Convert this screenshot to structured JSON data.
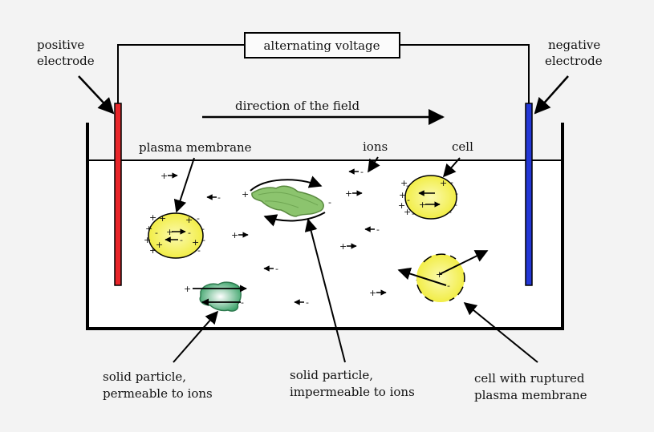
{
  "labels": {
    "positive_electrode": [
      "positive",
      "electrode"
    ],
    "negative_electrode": [
      "negative",
      "electrode"
    ],
    "voltage": "alternating voltage",
    "field_direction": "direction of the field",
    "plasma_membrane": "plasma membrane",
    "ions": "ions",
    "cell": "cell",
    "solid_permeable": [
      "solid particle,",
      "permeable to ions"
    ],
    "solid_impermeable": [
      "solid particle,",
      "impermeable to ions"
    ],
    "ruptured_cell": [
      "cell with ruptured",
      "plasma membrane"
    ]
  },
  "signs": {
    "plus": "+",
    "minus": "-"
  },
  "colors": {
    "background": "#f3f3f3",
    "liquid": "#ffffff",
    "positive_electrode": "#e8262a",
    "negative_electrode": "#2337d6",
    "cell_fill": "#f4f24a",
    "particle_fill": "#8cc46e",
    "particle_permeable_fill": "#3fae72"
  }
}
